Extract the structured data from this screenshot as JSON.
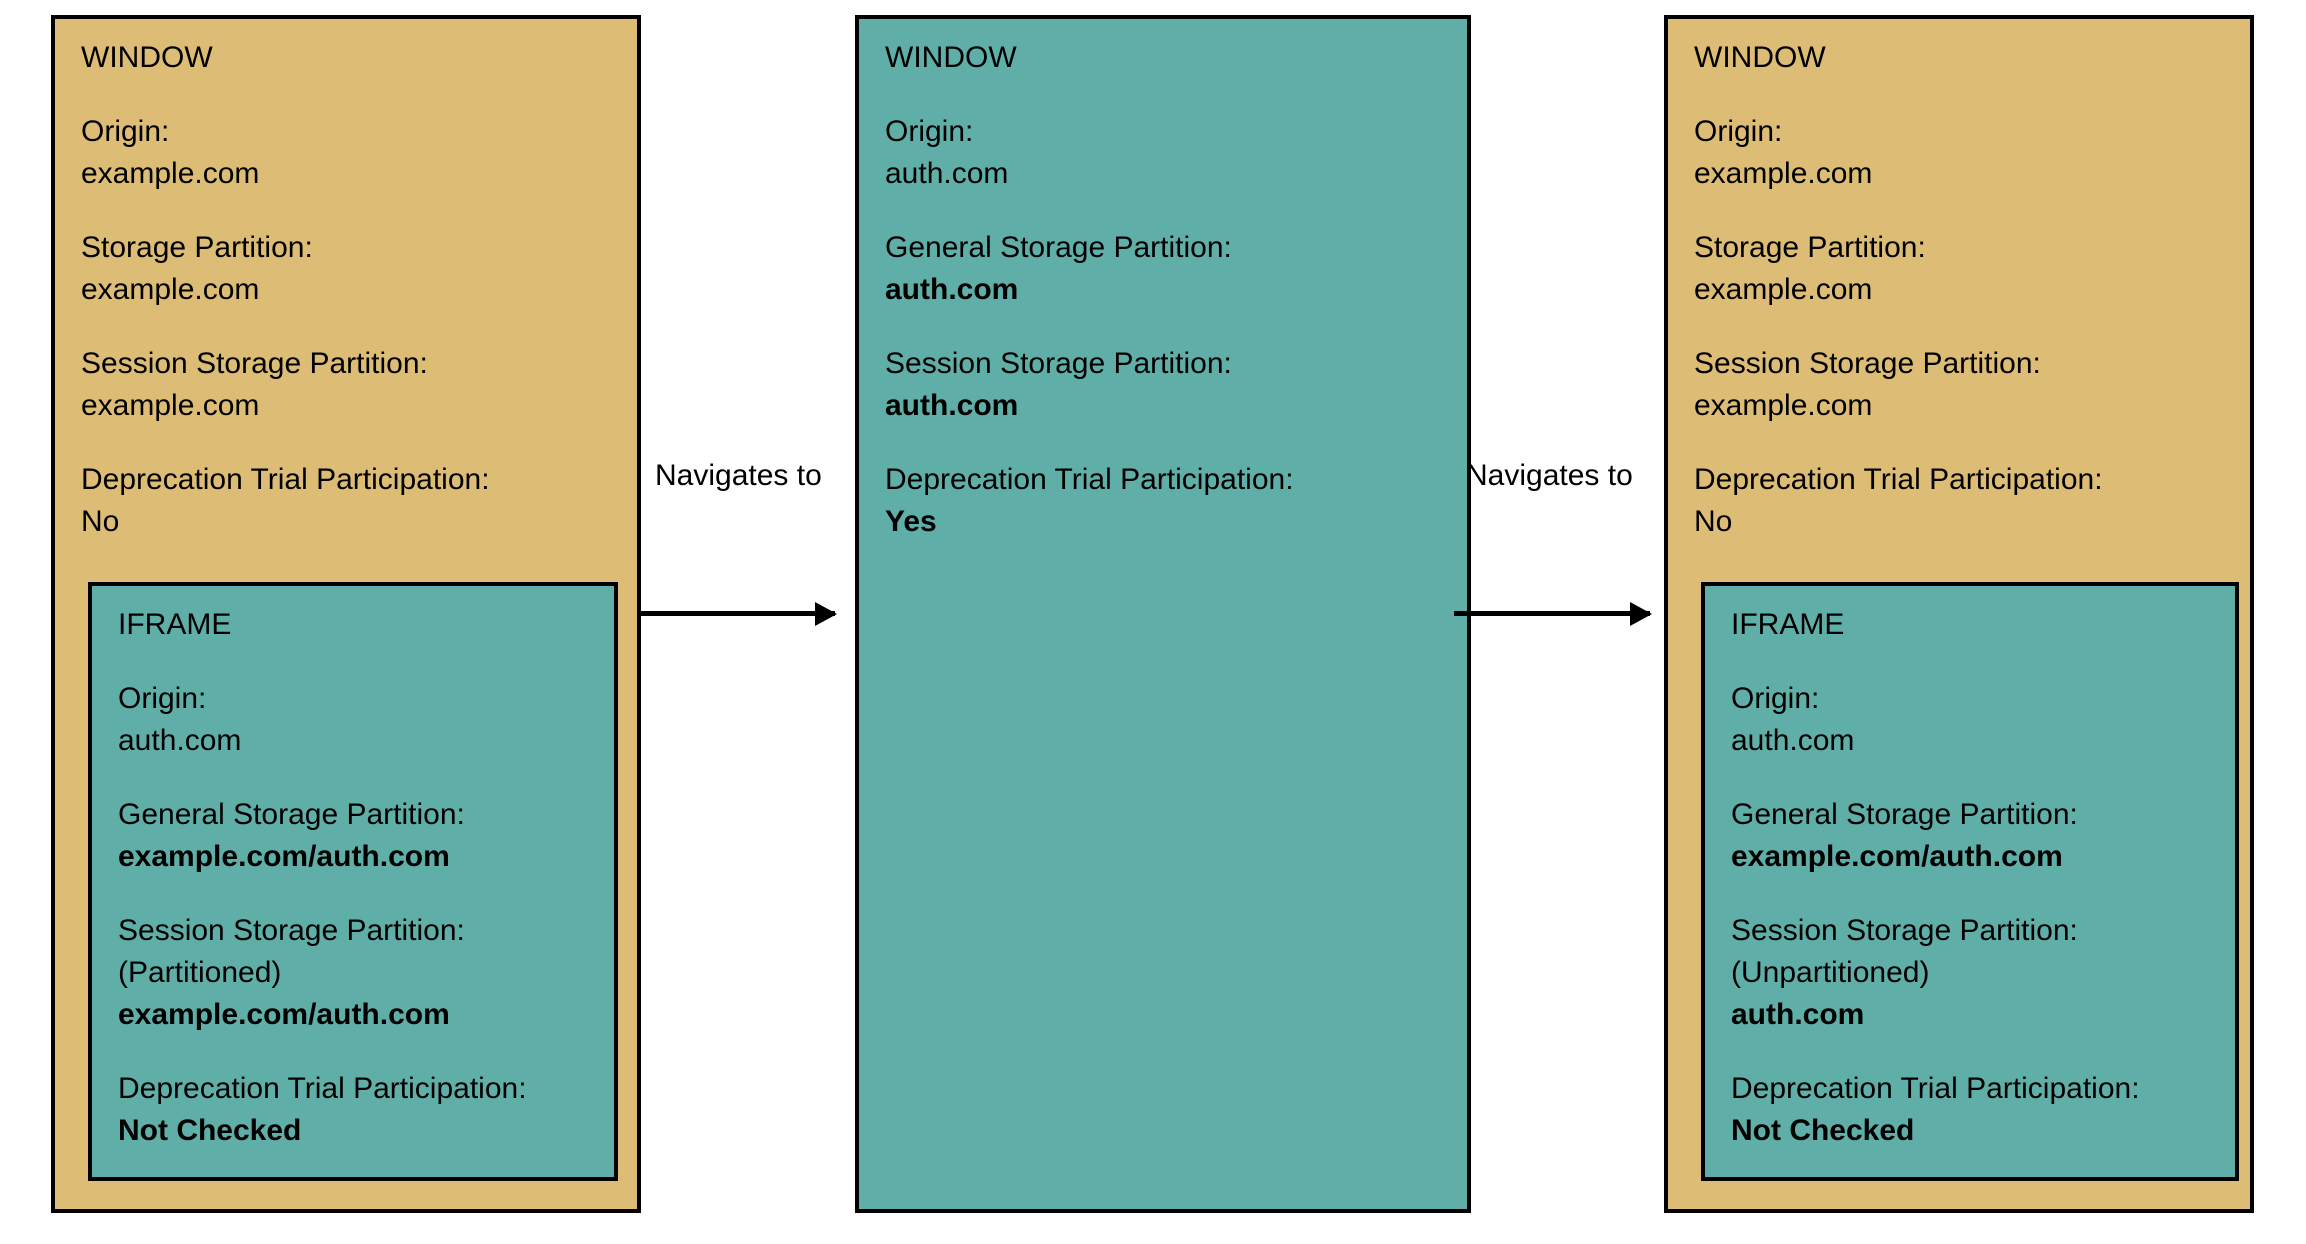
{
  "panels": [
    {
      "id": "panel-1",
      "fill": "#ddbd75",
      "window": {
        "title": "WINDOW",
        "fields": [
          {
            "label": "Origin:",
            "value": "example.com",
            "bold": false
          },
          {
            "label": "Storage Partition:",
            "value": "example.com",
            "bold": false
          },
          {
            "label": "Session Storage Partition:",
            "value": "example.com",
            "bold": false
          },
          {
            "label": "Deprecation Trial Participation:",
            "value": "No",
            "bold": false
          }
        ]
      },
      "iframe": {
        "title": "IFRAME",
        "fill": "#5fafa8",
        "fields": [
          {
            "label": "Origin:",
            "value": "auth.com",
            "bold": false
          },
          {
            "label": "General Storage Partition:",
            "value": "example.com/auth.com",
            "bold": true
          },
          {
            "label": "Session Storage Partition:",
            "sublabel": "(Partitioned)",
            "value": "example.com/auth.com",
            "bold": true
          },
          {
            "label": "Deprecation Trial Participation:",
            "value": "Not Checked",
            "bold": true
          }
        ]
      }
    },
    {
      "id": "panel-2",
      "fill": "#5fafa8",
      "window": {
        "title": "WINDOW",
        "fields": [
          {
            "label": "Origin:",
            "value": "auth.com",
            "bold": false
          },
          {
            "label": "General Storage Partition:",
            "value": "auth.com",
            "bold": true
          },
          {
            "label": "Session Storage Partition:",
            "value": "auth.com",
            "bold": true
          },
          {
            "label": "Deprecation Trial Participation:",
            "value": "Yes",
            "bold": true
          }
        ]
      },
      "iframe": null
    },
    {
      "id": "panel-3",
      "fill": "#ddbd75",
      "window": {
        "title": "WINDOW",
        "fields": [
          {
            "label": "Origin:",
            "value": "example.com",
            "bold": false
          },
          {
            "label": "Storage Partition:",
            "value": "example.com",
            "bold": false
          },
          {
            "label": "Session Storage Partition:",
            "value": "example.com",
            "bold": false
          },
          {
            "label": "Deprecation Trial Participation:",
            "value": "No",
            "bold": false
          }
        ]
      },
      "iframe": {
        "title": "IFRAME",
        "fill": "#5fafa8",
        "fields": [
          {
            "label": "Origin:",
            "value": "auth.com",
            "bold": false
          },
          {
            "label": "General Storage Partition:",
            "value": "example.com/auth.com",
            "bold": true
          },
          {
            "label": "Session Storage Partition:",
            "sublabel": "(Unpartitioned)",
            "value": "auth.com",
            "bold": true
          },
          {
            "label": "Deprecation Trial Participation:",
            "value": "Not Checked",
            "bold": true
          }
        ]
      }
    }
  ],
  "connectors": [
    {
      "id": "connector-1",
      "label": "Navigates to"
    },
    {
      "id": "connector-2",
      "label": "Navigates to"
    }
  ],
  "colors": {
    "gold": "#ddbd75",
    "teal": "#5fafa8",
    "stroke": "#000000",
    "background": "#ffffff"
  }
}
